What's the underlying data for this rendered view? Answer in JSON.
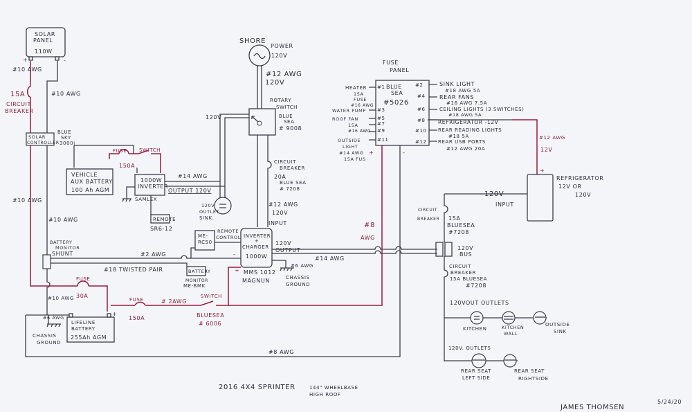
{
  "title": {
    "line1": "2016 4X4 SPRINTER",
    "wheelbase": "144\" WHEELBASE",
    "roof": "HIGH ROOF"
  },
  "signature": {
    "name": "JAMES THOMSEN",
    "date": "5/24/20"
  },
  "colors": {
    "ink": "#3a3c48",
    "positive_wire": "#9a1c3e",
    "paper": "#f4f5f8"
  },
  "solar": {
    "panel_l1": "SOLAR",
    "panel_l2": "PANEL",
    "watts": "110W",
    "plus": "+",
    "minus": "-",
    "pos_wire": "#10 AWG",
    "neg_wire": "#10 AWG",
    "breaker_l1": "15A",
    "breaker_l2": "CIRCUIT",
    "breaker_l3": "BREAKER",
    "controller_l1": "SOLAR",
    "controller_l2": "CONTROLLER",
    "brand_l1": "BLUE",
    "brand_l2": "SKY",
    "brand_l3": "3000i",
    "wire_down_left": "#10 AWG",
    "wire_down_right": "#10 AWG"
  },
  "aux": {
    "battery_l1": "VEHICLE",
    "battery_l2": "AUX BATTERY",
    "battery_l3": "100 Ah AGM",
    "fuse": "FUSE",
    "fuse_rating": "150A",
    "switch": "SWITCH",
    "inverter_l1": "1000W",
    "inverter_l2": "INVERTER",
    "inverter_brand": "SAMLEX",
    "remote": "REMOTE",
    "remote_model": "SR6-12",
    "wire": "#14 AWG",
    "output": "OUTPUT 120V",
    "outlet_l1": "120V",
    "outlet_l2": "OUTLET",
    "outlet_l3": "SINK."
  },
  "shore": {
    "l1": "SHORE",
    "l2": "POWER",
    "volt": "120V",
    "wire": "#12 AWG",
    "wire_v": "120V",
    "switch_l1": "ROTARY",
    "switch_l2": "SWITCH",
    "switch_l3": "BLUE",
    "switch_l4": "SEA",
    "switch_l5": "# 9008",
    "left_v": "120V",
    "cb_l1": "CIRCUIT",
    "cb_l2": "BREAKER",
    "cb_l3": "20A",
    "cb_l4": "BLUE SEA",
    "cb_l5": "# 7208",
    "in_wire": "#12 AWG",
    "in_v": "120V",
    "in_label": "INPUT"
  },
  "inverter_charger": {
    "l1": "INVERTER",
    "l2": "+",
    "l3": "CHARGER",
    "l4": "1000W",
    "model": "MMS 1012",
    "brand": "MAGNUN",
    "remote_l1": "ME-",
    "remote_l2": "RC50",
    "remote_label_l1": "REMOTE",
    "remote_label_l2": "CONTROL",
    "out_v": "120V",
    "out_label": "OUTPUT",
    "out_wire": "#14 AWG",
    "ground_wire": "#6 AWG",
    "ground_l1": "CHASSIS",
    "ground_l2": "GROUND",
    "minus": "-",
    "plus": "+"
  },
  "monitor": {
    "shunt_l1": "BATTERY",
    "shunt_l2": "MONITOR",
    "shunt_l3": "SHUNT",
    "wire2": "#2 AWG",
    "twisted": "#18 TWISTED PAIR",
    "box": "BATTERY",
    "label_l1": "MONITOR",
    "label_l2": "ME-BMK"
  },
  "house": {
    "fuse30": "FUSE",
    "fuse30_rating": "30A",
    "wire10": "#10 AWG",
    "fuse150": "FUSE",
    "fuse150_rating": "150A",
    "wire2": "# 2AWG",
    "switch": "SWITCH",
    "switch_brand": "BLUESEA",
    "switch_model": "# 6006",
    "battery_l1": "LIFELINE",
    "battery_l2": "BATTERY",
    "battery_l3": "255Ah AGM",
    "plus": "+",
    "ground_wire": "#6 AWG",
    "ground_l1": "CHASSIS",
    "ground_l2": "GROUND",
    "wire8_label": "#8",
    "wire8_label2": "AWG",
    "ground8": "#8 AWG"
  },
  "fuse_panel": {
    "title_l1": "FUSE",
    "title_l2": "PANEL",
    "brand_l1": "BLUE",
    "brand_l2": "SEA",
    "model": "#5026",
    "left": [
      {
        "slot": "#1",
        "label": "HEATER"
      },
      {
        "slot": "#3",
        "label": "WATER PUMP"
      },
      {
        "slot": "#5",
        "label": "ROOF FAN"
      },
      {
        "slot": "#7",
        "label": ""
      },
      {
        "slot": "#9",
        "label": ""
      },
      {
        "slot": "#11",
        "label": "OUTSIDE"
      }
    ],
    "heater_notes": [
      "15A",
      "FUSE",
      "#16 AWG"
    ],
    "fan_notes": [
      "15A",
      "#16 AWG"
    ],
    "outside_notes": [
      "LIGHT",
      "#14 AWG",
      "15A FUS"
    ],
    "plus": "+",
    "minus": "-",
    "right": [
      {
        "slot": "#2",
        "label": "SINK LIGHT",
        "note": "#18 AWG 5A"
      },
      {
        "slot": "#4",
        "label": "REAR FANS",
        "note": "#16 AWG 7.5A"
      },
      {
        "slot": "#6",
        "label": "CEILING LIGHTS (3 SWITCHES)",
        "note": "#18 AWG 5A"
      },
      {
        "slot": "#8",
        "label": "REFRIGERATOR -12V",
        "note": ""
      },
      {
        "slot": "#10",
        "label": "REAR READING LIGHTS",
        "note": "#18 5A"
      },
      {
        "slot": "#12",
        "label": "REAR USB PORTS",
        "note": "#12 AWG 20A"
      }
    ]
  },
  "fridge": {
    "l1": "REFRIGERATOR",
    "l2": "12V OR",
    "l3": "120V",
    "wire": "#12 AWG",
    "wire_v": "12V",
    "plus": "+",
    "in_v": "120V",
    "in_label": "INPUT"
  },
  "ac_bus": {
    "cb1_l1": "CIRCUIT",
    "cb1_l2": "BREAKER",
    "cb1_rating": "15A",
    "cb1_brand": "BLUESEA",
    "cb1_model": "#7208",
    "bus_l1": "120V",
    "bus_l2": "BUS",
    "cb2_l1": "CIRCUIT",
    "cb2_l2": "BREAKER",
    "cb2_l3": "15A BLUESEA",
    "cb2_model": "#7208",
    "group1": "120VOUT OUTLETS",
    "outlets1": [
      {
        "l1": "KITCHEN",
        "l2": ""
      },
      {
        "l1": "KITCHEN",
        "l2": "WALL"
      },
      {
        "l1": "OUTSIDE",
        "l2": "SINK"
      }
    ],
    "group2": "120V. OUTLETS",
    "outlets2": [
      {
        "l1": "REAR SEAT",
        "l2": "LEFT SIDE"
      },
      {
        "l1": "REAR SEAT",
        "l2": "RIGHTSIDE"
      }
    ]
  }
}
